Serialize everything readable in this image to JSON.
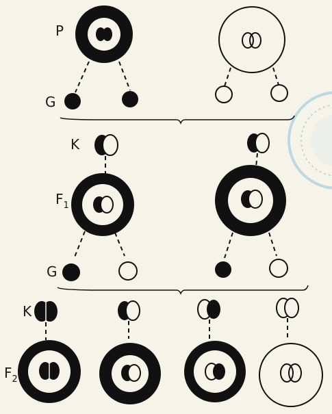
{
  "labels": {
    "p": "P",
    "g_top": "G",
    "k1": "K",
    "f1": "F",
    "f1_sub": "1",
    "g_mid": "G",
    "k2": "K",
    "f2": "F",
    "f2_sub": "2"
  },
  "colors": {
    "ink": "#111111",
    "paper": "#f6f3e8",
    "stamp": "#8cc4dc"
  }
}
